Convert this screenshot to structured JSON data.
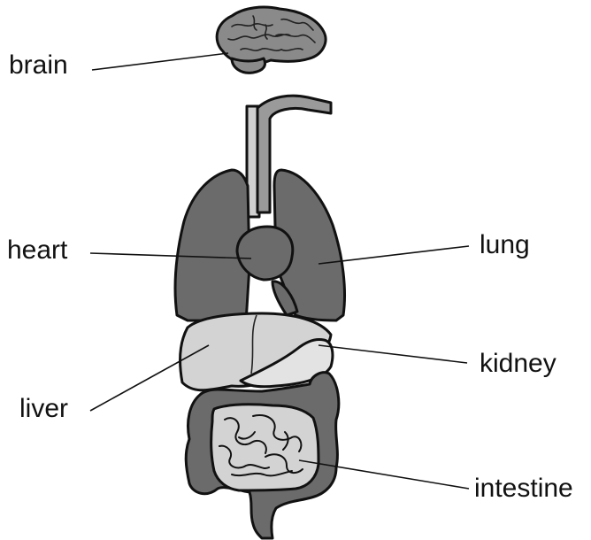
{
  "labels": {
    "brain": "brain",
    "heart": "heart",
    "lung": "lung",
    "kidney": "kidney",
    "liver": "liver",
    "intestine": "intestine"
  },
  "colors": {
    "dark_organ": "#6b6b6b",
    "liver_fill": "#d3d3d3",
    "kidney_fill": "#e3e3e3",
    "brain_fill": "#8a8a8a",
    "outline": "#111111",
    "background": "#ffffff"
  }
}
